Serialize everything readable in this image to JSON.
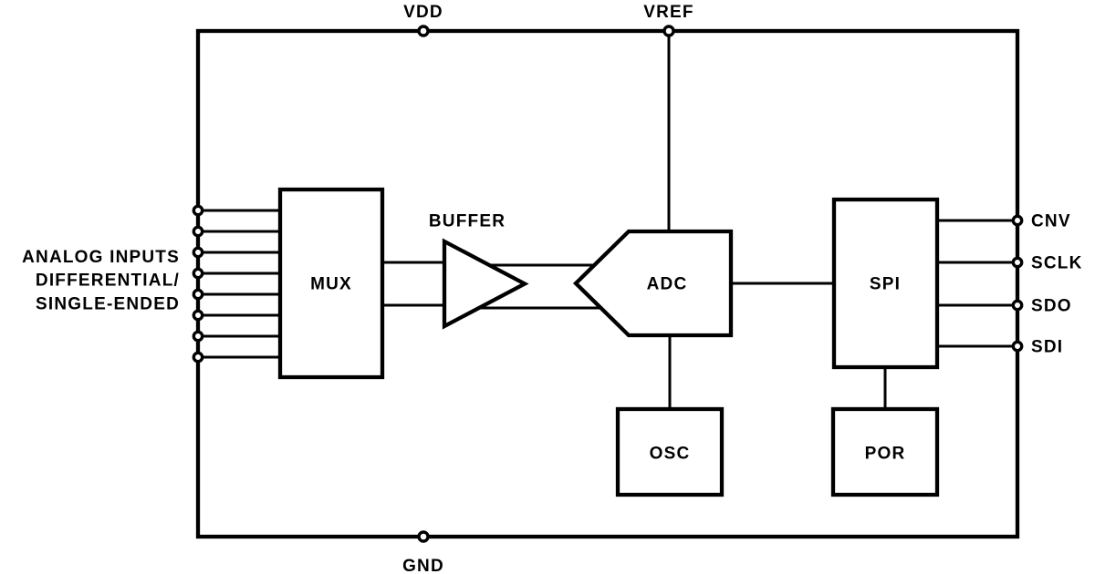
{
  "diagram": {
    "background": "#ffffff",
    "line_color": "#000000",
    "power_pins": {
      "vdd": "VDD",
      "vref": "VREF",
      "gnd": "GND"
    },
    "io_pins": {
      "cnv": "CNV",
      "sclk": "SCLK",
      "sdo": "SDO",
      "sdi": "SDI"
    },
    "blocks": {
      "mux": "MUX",
      "buffer": "BUFFER",
      "adc": "ADC",
      "osc": "OSC",
      "spi": "SPI",
      "por": "POR"
    },
    "analog_inputs": {
      "line1": "ANALOG INPUTS",
      "line2": "DIFFERENTIAL/",
      "line3": "SINGLE-ENDED",
      "count": 8
    }
  }
}
